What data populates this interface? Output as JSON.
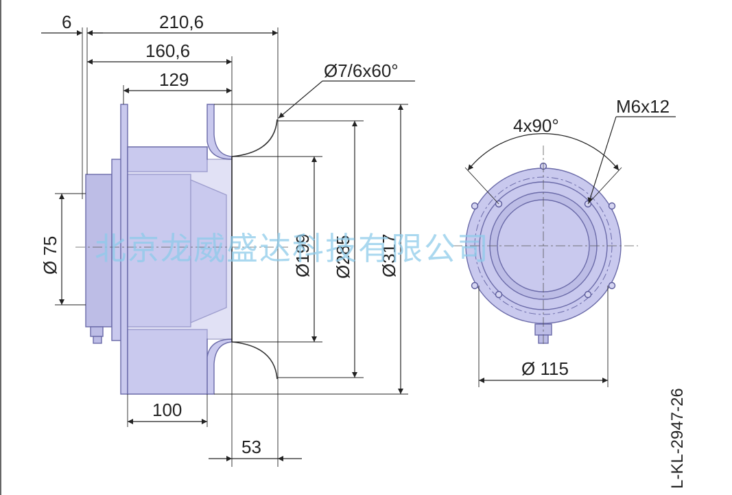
{
  "dimensions": {
    "d_6": "6",
    "d_210_6": "210,6",
    "d_160_6": "160,6",
    "d_129": "129",
    "d_100": "100",
    "d_53": "53",
    "dia_75": "Ø 75",
    "dia_199": "Ø199",
    "dia_285": "Ø285",
    "dia_317": "Ø317",
    "holes_note": "Ø7/6x60°",
    "thread_note": "M6x12",
    "angle_note": "4x90°",
    "dia_115": "Ø 115"
  },
  "drawing_code": "L-KL-2947-26",
  "watermark": "北京龙威盛达科技有限公司",
  "colors": {
    "part_fill": "#c9c9ee",
    "part_stroke": "#6a6aa8",
    "line": "#222222",
    "watermark": "#8ecbea"
  }
}
